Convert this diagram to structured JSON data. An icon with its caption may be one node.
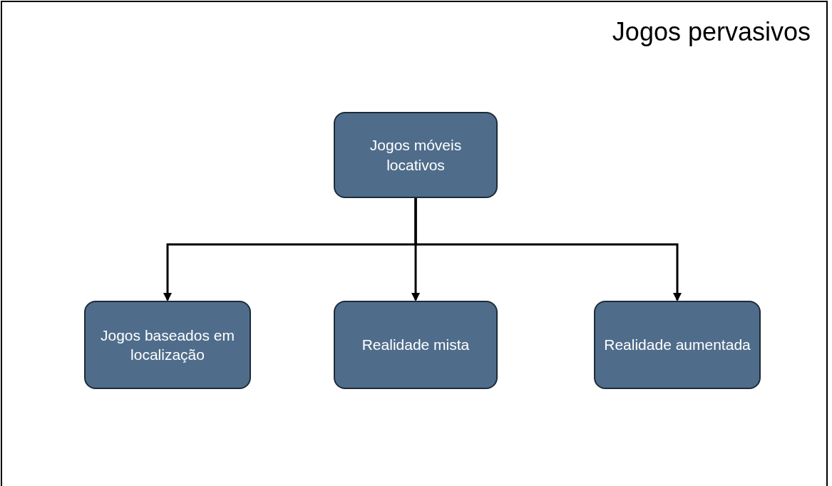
{
  "diagram": {
    "title": "Jogos pervasivos",
    "nodes": [
      {
        "text": [
          "Jogos móveis locativos"
        ]
      },
      {
        "text": [
          "Jogos baseados em localização"
        ]
      },
      {
        "text": [
          "Realidade mista"
        ]
      },
      {
        "text": [
          "Realidade aumentada"
        ]
      }
    ],
    "edges": [
      {
        "from": 0,
        "to": 1,
        "arrow": "to"
      },
      {
        "from": 0,
        "to": 2,
        "arrow": "to"
      },
      {
        "from": 0,
        "to": 3,
        "arrow": "to"
      }
    ]
  }
}
